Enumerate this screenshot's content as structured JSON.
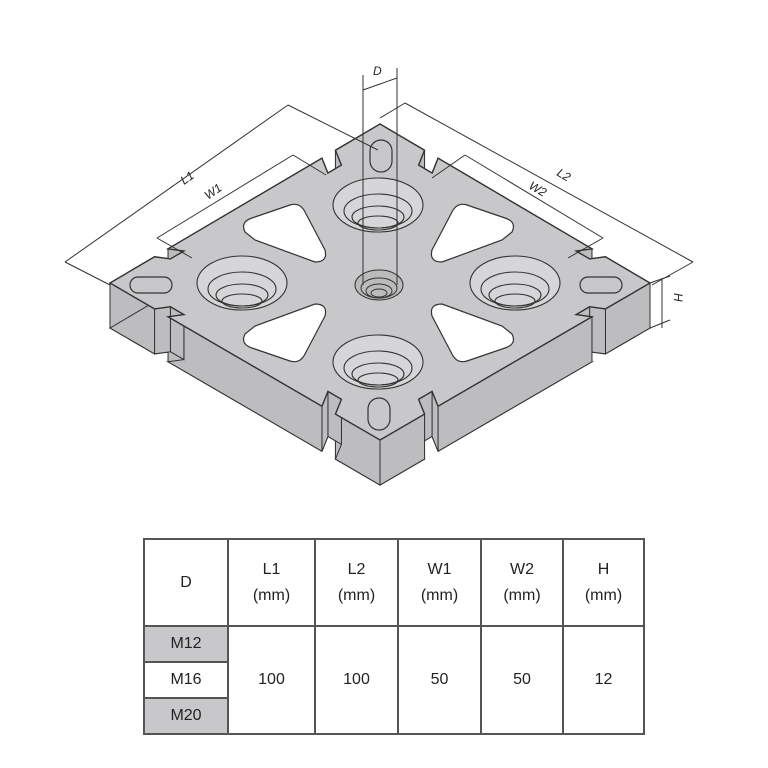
{
  "drawing": {
    "dimension_labels": {
      "D": "D",
      "L1": "L1",
      "W1": "W1",
      "L2": "L2",
      "W2": "W2",
      "H": "H"
    }
  },
  "table": {
    "headers": [
      {
        "name": "D",
        "unit": ""
      },
      {
        "name": "L1",
        "unit": "(mm)"
      },
      {
        "name": "L2",
        "unit": "(mm)"
      },
      {
        "name": "W1",
        "unit": "(mm)"
      },
      {
        "name": "W2",
        "unit": "(mm)"
      },
      {
        "name": "H",
        "unit": "(mm)"
      }
    ],
    "sizes": [
      "M12",
      "M16",
      "M20"
    ],
    "values": {
      "L1": "100",
      "L2": "100",
      "W1": "50",
      "W2": "50",
      "H": "12"
    },
    "colors": {
      "shaded_cell": "#c8c8ca",
      "part_fill": "#c8c8ca"
    }
  }
}
